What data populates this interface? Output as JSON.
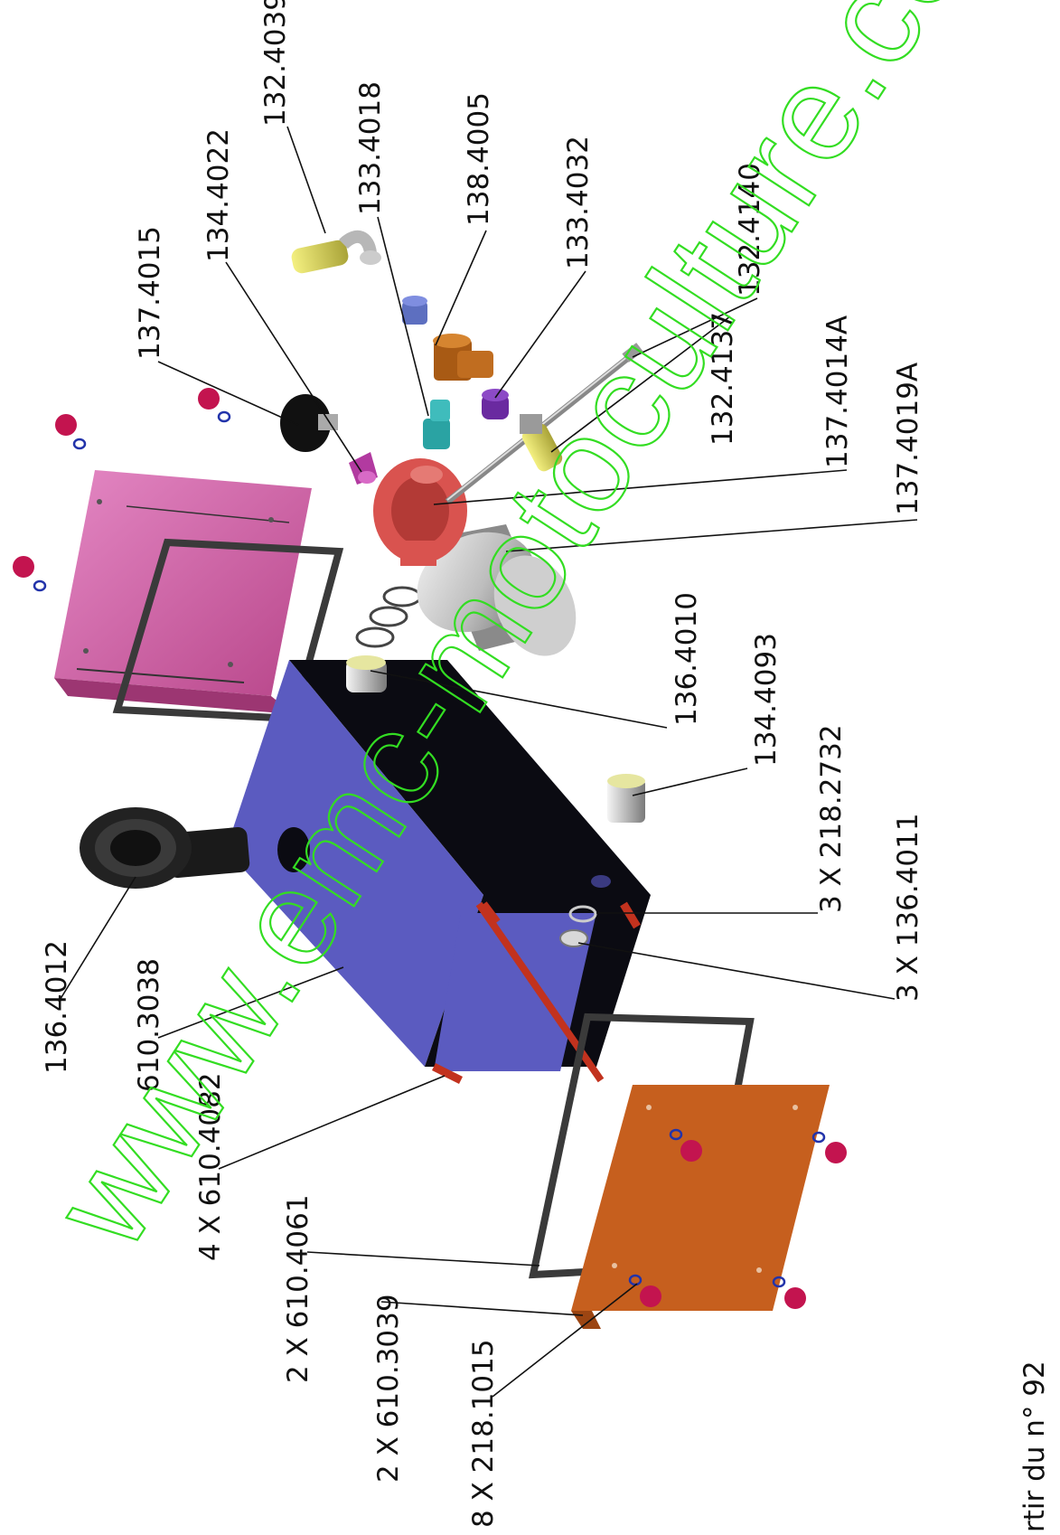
{
  "parts": {
    "p_132_4039": "132.4039",
    "p_133_4018": "133.4018",
    "p_138_4005": "138.4005",
    "p_133_4032": "133.4032",
    "p_132_4140": "132.4140",
    "p_132_4137": "132.4137",
    "p_137_4014A": "137.4014A",
    "p_137_4019A": "137.4019A",
    "p_134_4022": "134.4022",
    "p_137_4015": "137.4015",
    "p_136_4010": "136.4010",
    "p_134_4093": "134.4093",
    "p_3x218_2732": "3 X 218.2732",
    "p_3x136_4011": "3 X 136.4011",
    "p_136_4012": "136.4012",
    "p_610_3038": "610.3038",
    "p_4x610_4082": "4 X 610.4082",
    "p_2x610_4061": "2 X 610.4061",
    "p_2x610_3039": "2 X 610.3039",
    "p_8x218_1015": "8 X 218.1015"
  },
  "footer_note": "rtir du n° 92",
  "watermark": "www.emc-motoculture.com",
  "colors": {
    "tank_side": "#5b5bc0",
    "tank_dark": "#0b0b12",
    "plate_pink": "#c9599a",
    "plate_orange": "#c65f1e",
    "watermark": "#33dd22"
  }
}
